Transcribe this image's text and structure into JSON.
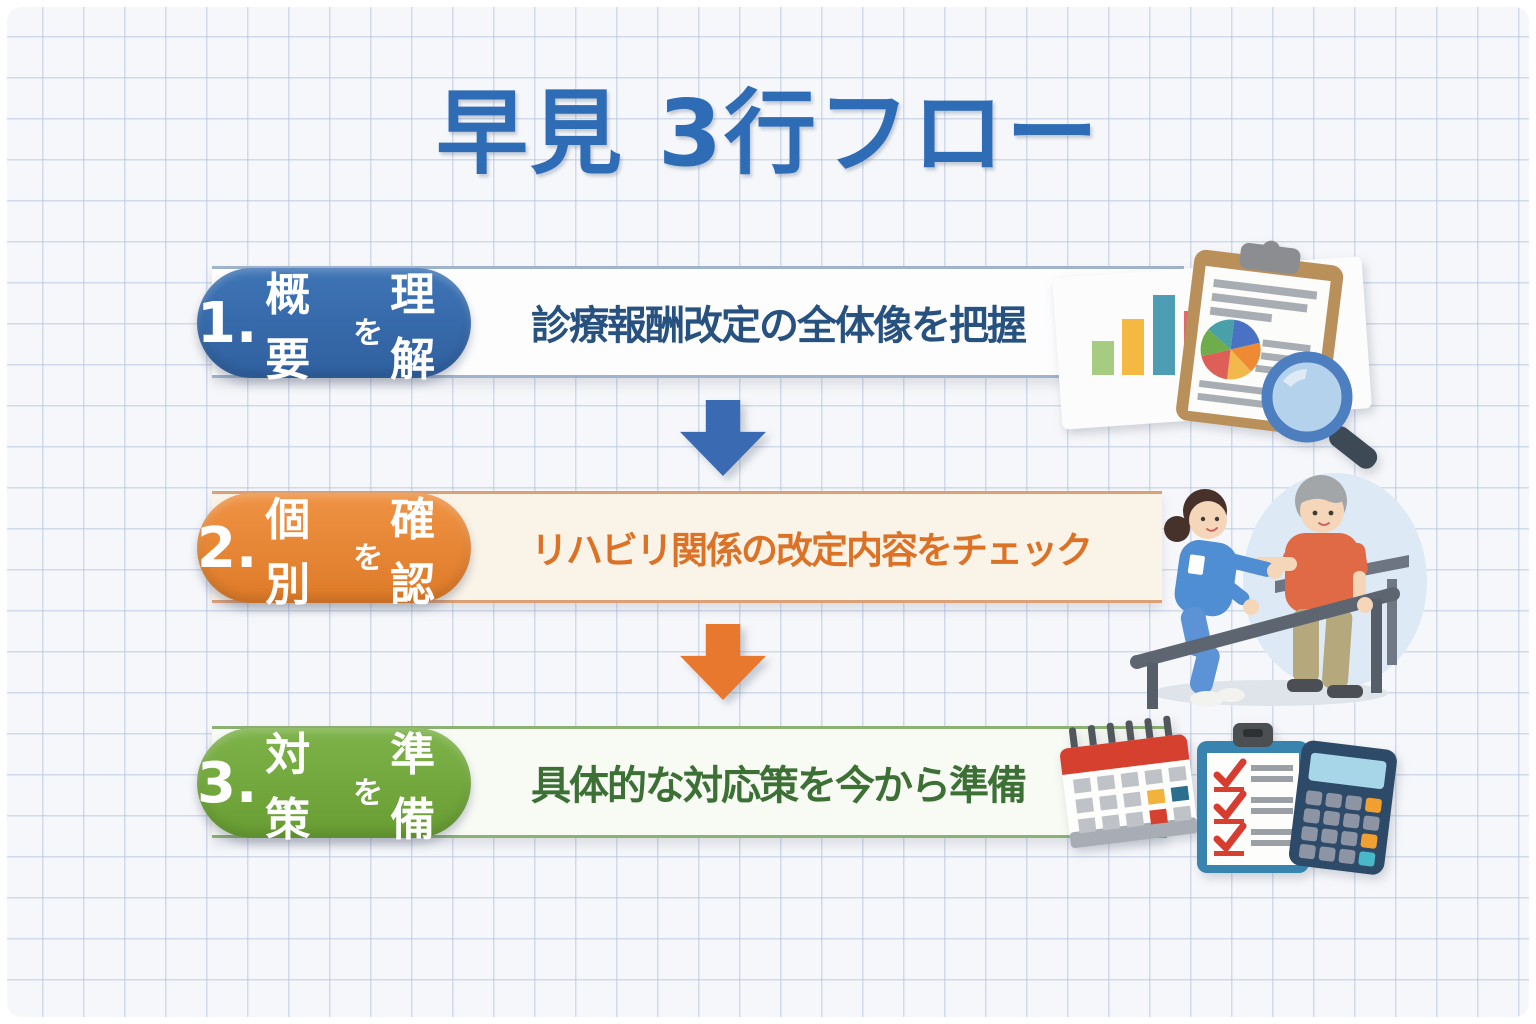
{
  "title": "早見 3行フロー",
  "title_color": "#2e6db5",
  "background": {
    "style": "graph-paper-grid",
    "grid_color": "#b0c2de",
    "paper_color": "#f6f7fa"
  },
  "steps": [
    {
      "num": "1.",
      "part1": "概要",
      "particle": "を",
      "part2": "理解",
      "desc": "診療報酬改定の全体像を把握",
      "accent": "#35679f",
      "text_color": "#27517f"
    },
    {
      "num": "2.",
      "part1": "個別",
      "particle": "を",
      "part2": "確認",
      "desc": "リハビリ関係の改定内容をチェック",
      "accent": "#e5863a",
      "text_color": "#dc7226"
    },
    {
      "num": "3.",
      "part1": "対策",
      "particle": "を",
      "part2": "準備",
      "desc": "具体的な対応策を今から準備",
      "accent": "#74a73f",
      "text_color": "#3c7035"
    }
  ],
  "arrows": [
    {
      "name": "down-arrow-step1-to-step2",
      "color": "#3a6ab2"
    },
    {
      "name": "down-arrow-step2-to-step3",
      "color": "#e8782e"
    }
  ],
  "illustrations": {
    "step1": [
      "bar-chart-icon",
      "clipboard-report-icon",
      "pie-chart-icon",
      "magnifier-icon"
    ],
    "step2": [
      "rehab-parallel-bars-illustration"
    ],
    "step3": [
      "calendar-icon",
      "checklist-icon",
      "calculator-icon"
    ]
  }
}
